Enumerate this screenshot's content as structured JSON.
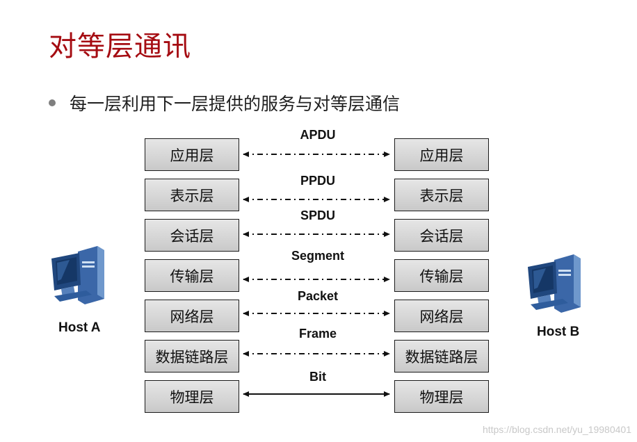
{
  "title": "对等层通讯",
  "bullet": "每一层利用下一层提供的服务与对等层通信",
  "layers": [
    {
      "left": "应用层",
      "right": "应用层",
      "pdu": "APDU",
      "line": "dash-dot"
    },
    {
      "left": "表示层",
      "right": "表示层",
      "pdu": "PPDU",
      "line": "dash-dot"
    },
    {
      "left": "会话层",
      "right": "会话层",
      "pdu": "SPDU",
      "line": "dash-dot"
    },
    {
      "left": "传输层",
      "right": "传输层",
      "pdu": "Segment",
      "line": "dash-dot"
    },
    {
      "left": "网络层",
      "right": "网络层",
      "pdu": "Packet",
      "line": "dash-dot"
    },
    {
      "left": "数据链路层",
      "right": "数据链路层",
      "pdu": "Frame",
      "line": "dash-dot"
    },
    {
      "left": "物理层",
      "right": "物理层",
      "pdu": "Bit",
      "line": "solid"
    }
  ],
  "hosts": {
    "a": "Host A",
    "b": "Host B"
  },
  "watermark": "https://blog.csdn.net/yu_19980401",
  "colors": {
    "title": "#a50c12",
    "box_fill": "#d9d9d9",
    "host_screen": "#2a4f8a"
  }
}
